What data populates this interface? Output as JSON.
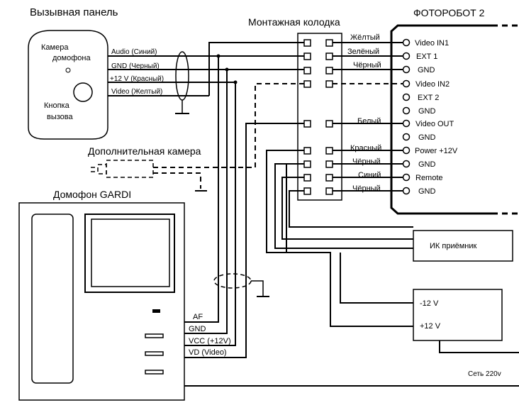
{
  "call_panel": {
    "title": "Вызывная панель",
    "camera_label": "Камера домофона",
    "button_label": "Кнопка вызова",
    "wires": [
      "Audio (Синий)",
      "GND (Черный)",
      "+12 V (Красный)",
      "Video (Желтый)"
    ]
  },
  "terminal_block": {
    "title": "Монтажная колодка"
  },
  "robot": {
    "title": "ФОТОРОБОТ 2",
    "pins": [
      "Video IN1",
      "EXT 1",
      "GND",
      "Video IN2",
      "EXT 2",
      "GND",
      "Video OUT",
      "GND",
      "Power +12V",
      "GND",
      "Remote",
      "GND"
    ]
  },
  "wire_colors": {
    "video_in1": "Жёлтый",
    "ext1": "Зелёный",
    "gnd1": "Чёрный",
    "video_out": "Белый",
    "power": "Красный",
    "gnd_power": "Чёрный",
    "remote": "Синий",
    "gnd_remote": "Чёрный"
  },
  "extra_camera": {
    "title": "Дополнительная камера"
  },
  "intercom": {
    "title": "Домофон GARDI",
    "pins": [
      "AF",
      "GND",
      "VCC (+12V)",
      "VD (Video)"
    ]
  },
  "ir_receiver": {
    "label": "ИК приёмник"
  },
  "power_supply": {
    "minus": "-12 V",
    "plus": "+12 V"
  },
  "mains": {
    "label": "Сеть 220v"
  }
}
